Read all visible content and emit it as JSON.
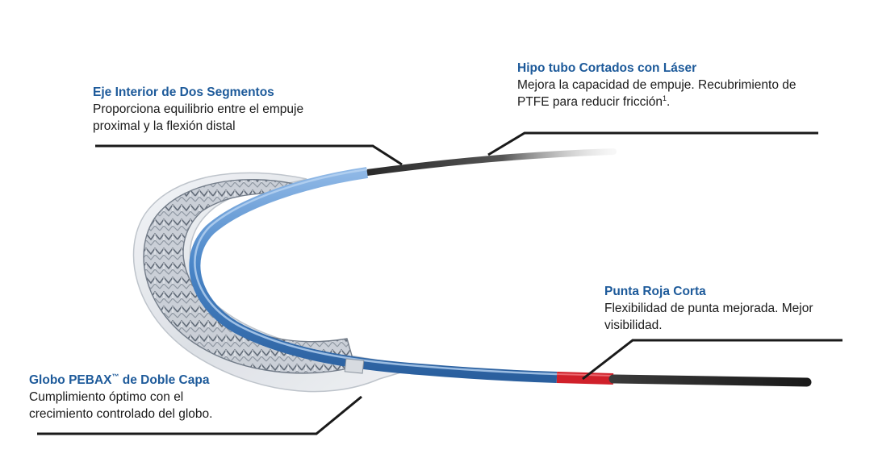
{
  "callouts": {
    "inner_shaft": {
      "title": "Eje Interior de Dos Segmentos",
      "desc_line1": "Proporciona equilibrio entre el empuje",
      "desc_line2": "proximal y la flexión distal"
    },
    "hypotube": {
      "title": "Hipo tubo Cortados con Láser",
      "desc_line1": "Mejora la capacidad de empuje. Recubrimiento de",
      "desc_line2": "PTFE para reducir fricción",
      "footnote": "1",
      "desc_end": "."
    },
    "red_tip": {
      "title": "Punta Roja Corta",
      "desc_line1": "Flexibilidad de punta mejorada. Mejor",
      "desc_line2": "visibilidad."
    },
    "balloon": {
      "title_main": "Globo PEBAX",
      "title_tm": "™",
      "title_end": " de Doble Capa",
      "desc_line1": "Cumplimiento óptimo con el",
      "desc_line2": "crecimiento controlado del globo."
    }
  },
  "colors": {
    "title_blue": "#1d5a9a",
    "catheter_blue": "#4a86c8",
    "tip_red": "#d0202a",
    "leader_black": "#1a1a1a"
  }
}
